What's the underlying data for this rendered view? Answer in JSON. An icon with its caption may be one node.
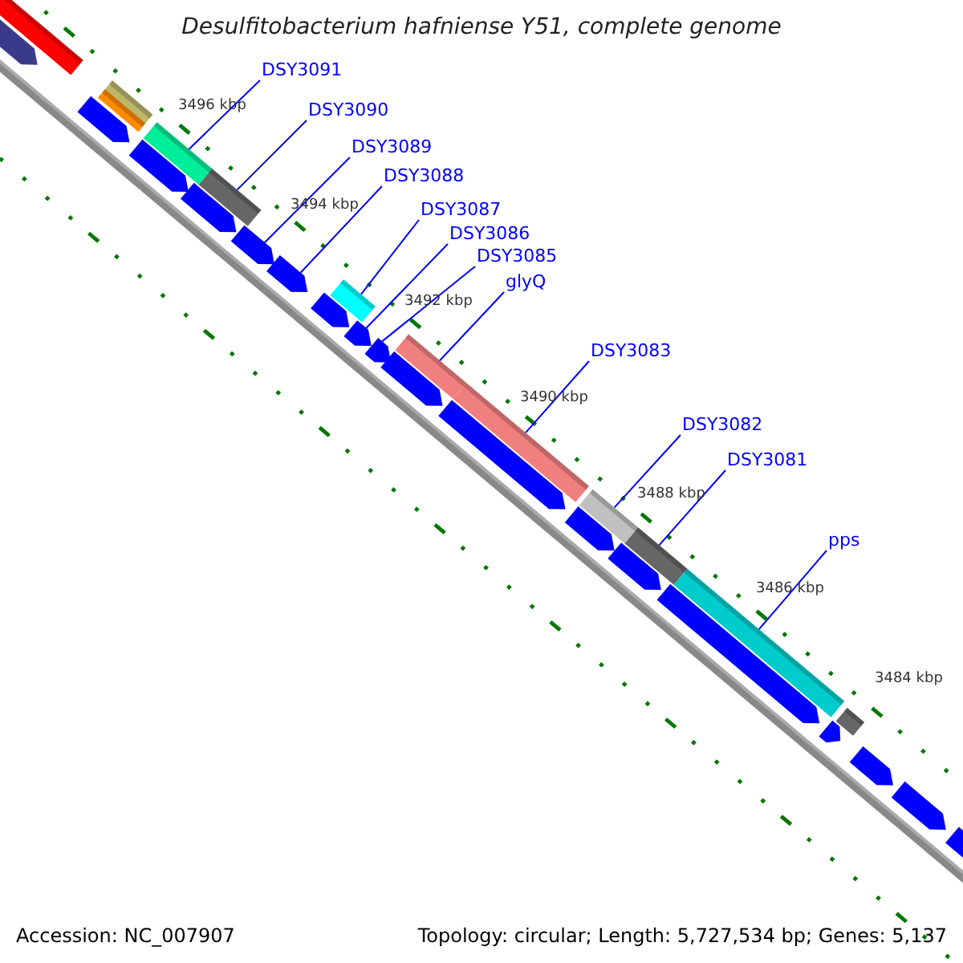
{
  "diagram": {
    "title": "Desulfitobacterium hafniense Y51, complete genome",
    "nodes": [
      {
        "text": [
          "DSY3091"
        ]
      },
      {
        "text": [
          "DSY3090"
        ]
      },
      {
        "text": [
          "DSY3089"
        ]
      },
      {
        "text": [
          "DSY3088"
        ]
      },
      {
        "text": [
          "DSY3087"
        ]
      },
      {
        "text": [
          "DSY3086"
        ]
      },
      {
        "text": [
          "DSY3085"
        ]
      },
      {
        "text": [
          "glyQ"
        ]
      },
      {
        "text": [
          "DSY3083"
        ]
      },
      {
        "text": [
          "DSY3082"
        ]
      },
      {
        "text": [
          "DSY3081"
        ]
      },
      {
        "text": [
          "pps"
        ]
      },
      {
        "text": [],
        "shape": "bar"
      },
      {
        "text": [],
        "shape": "pentagon"
      },
      {
        "text": [],
        "shape": "pentagon"
      },
      {
        "text": [],
        "shape": "bar"
      },
      {
        "text": [],
        "shape": "bar"
      },
      {
        "text": [],
        "shape": "pentagon"
      },
      {
        "text": [],
        "shape": "bar"
      },
      {
        "text": [],
        "shape": "pentagon"
      },
      {
        "text": [],
        "shape": "bar"
      },
      {
        "text": [],
        "shape": "pentagon"
      },
      {
        "text": [],
        "shape": "pentagon"
      },
      {
        "text": [],
        "shape": "pentagon"
      },
      {
        "text": [],
        "shape": "bar"
      },
      {
        "text": [],
        "shape": "pentagon"
      },
      {
        "text": [],
        "shape": "pentagon"
      },
      {
        "text": [],
        "shape": "bar"
      },
      {
        "text": [],
        "shape": "pentagon"
      },
      {
        "text": [],
        "shape": "bar"
      },
      {
        "text": [],
        "shape": "pentagon"
      },
      {
        "text": [],
        "shape": "bar"
      },
      {
        "text": [],
        "shape": "pentagon"
      },
      {
        "text": [],
        "shape": "pentagon"
      },
      {
        "text": [],
        "shape": "bar"
      },
      {
        "text": [],
        "shape": "pentagon"
      },
      {
        "text": [],
        "shape": "bar"
      },
      {
        "text": [],
        "shape": "pentagon"
      },
      {
        "text": [],
        "shape": "bar"
      },
      {
        "text": [],
        "shape": "pentagon"
      },
      {
        "text": [],
        "shape": "pentagon"
      },
      {
        "text": [],
        "shape": "pentagon"
      }
    ],
    "edges": [
      {
        "from": 0,
        "to": 18,
        "arrow": "none"
      },
      {
        "from": 1,
        "to": 20,
        "arrow": "none"
      },
      {
        "from": 2,
        "to": 21,
        "arrow": "none"
      },
      {
        "from": 3,
        "to": 22,
        "arrow": "none"
      },
      {
        "from": 4,
        "to": 24,
        "arrow": "none"
      },
      {
        "from": 5,
        "to": 25,
        "arrow": "none"
      },
      {
        "from": 6,
        "to": 26,
        "arrow": "none"
      },
      {
        "from": 7,
        "to": 27,
        "arrow": "none"
      },
      {
        "from": 8,
        "to": 29,
        "arrow": "none"
      },
      {
        "from": 9,
        "to": 31,
        "arrow": "none"
      },
      {
        "from": 10,
        "to": 34,
        "arrow": "none"
      },
      {
        "from": 11,
        "to": 36,
        "arrow": "none"
      }
    ],
    "labels": [
      "3496 kbp",
      "3494 kbp",
      "3492 kbp",
      "3490 kbp",
      "3488 kbp",
      "3486 kbp",
      "3484 kbp",
      "Accession: NC_007907",
      "Topology: circular; Length: 5,727,534 bp; Genes: 5,137"
    ]
  }
}
